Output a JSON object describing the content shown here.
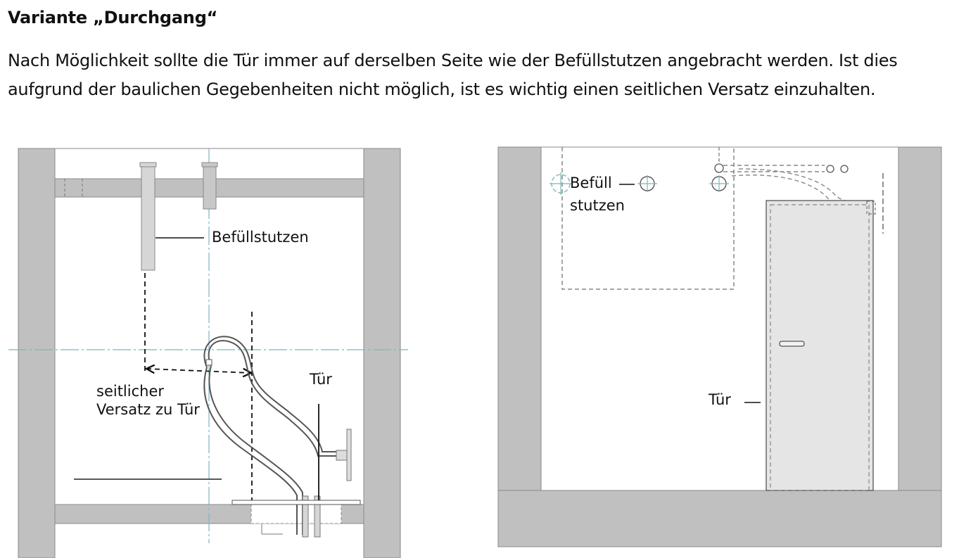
{
  "document": {
    "heading": "Variante „Durchgang“",
    "intro_line1": "Nach Möglichkeit sollte die Tür immer auf derselben Seite wie der Befüllstutzen angebracht werden. Ist dies",
    "intro_line2": "aufgrund der baulichen Gegebenheiten nicht möglich, ist es wichtig einen seitlichen Versatz einzuhalten."
  },
  "figure_left": {
    "label_filler": "Befüllstutzen",
    "label_offset_line1": "seitlicher",
    "label_offset_line2": "Versatz zu Tür",
    "label_door": "Tür"
  },
  "figure_right": {
    "label_filler_line1": "Befüll",
    "label_filler_line2": "stutzen",
    "label_door": "Tür"
  },
  "colors": {
    "wall": "#c0c0c0",
    "wall_edge": "#8a8a8a",
    "axis": "#7fb5bb",
    "door": "#e5e5e5"
  }
}
